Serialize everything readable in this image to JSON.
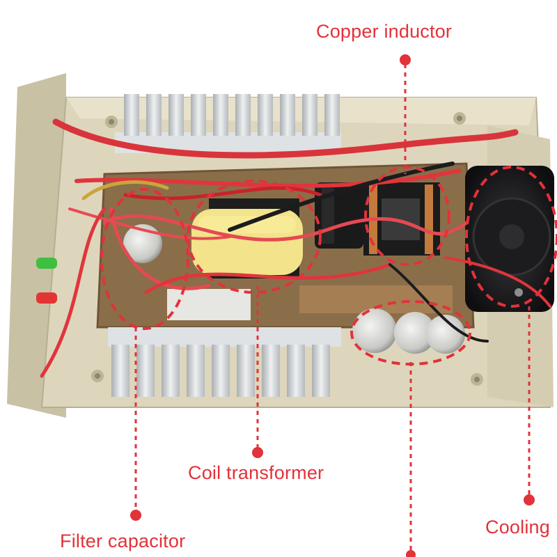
{
  "labels": {
    "copper_inductor": "Copper inductor",
    "coil_transformer": "Coil transformer",
    "filter_capacitor": "Filter capacitor",
    "cooling": "Cooling"
  },
  "icons": [
    "heatsink-icon",
    "cooling-fan-icon",
    "capacitor-icon",
    "transformer-icon",
    "inductor-icon"
  ],
  "colors": {
    "callout_red": "#e2323a",
    "enclosure": "#d9d2b8",
    "heatsink": "#cfd3d6",
    "pcb": "#8a6e4a",
    "wire_red": "#e0303a",
    "transformer_yellow": "#f3e38a",
    "fan": "#1c1c1e"
  }
}
